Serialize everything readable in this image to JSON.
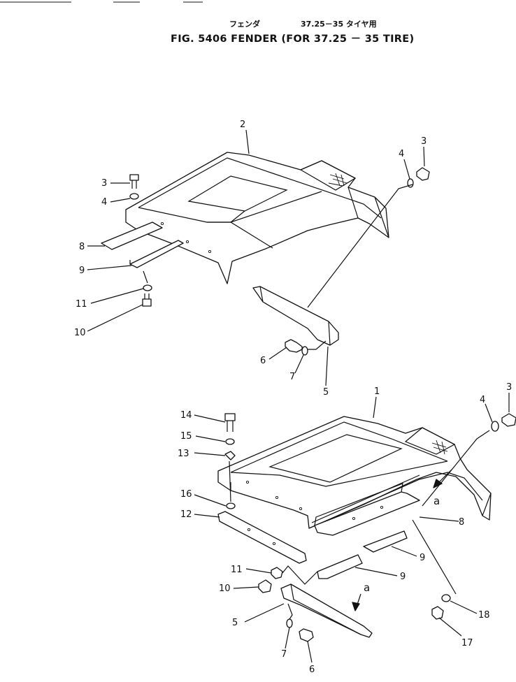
{
  "header": {
    "jp_name": "フェンダ",
    "jp_spec": "37.25－35 タイヤ用",
    "en_title": "FIG. 5406  FENDER  (FOR  37.25 － 35  TIRE)"
  },
  "callouts_upper": [
    "2",
    "3",
    "4",
    "3",
    "4",
    "8",
    "9",
    "11",
    "10",
    "6",
    "7",
    "5"
  ],
  "callouts_lower": [
    "1",
    "3",
    "4",
    "14",
    "15",
    "13",
    "16",
    "12",
    "8",
    "9",
    "9",
    "11",
    "10",
    "5",
    "7",
    "6",
    "18",
    "17"
  ],
  "view_marks": [
    "a",
    "a"
  ]
}
